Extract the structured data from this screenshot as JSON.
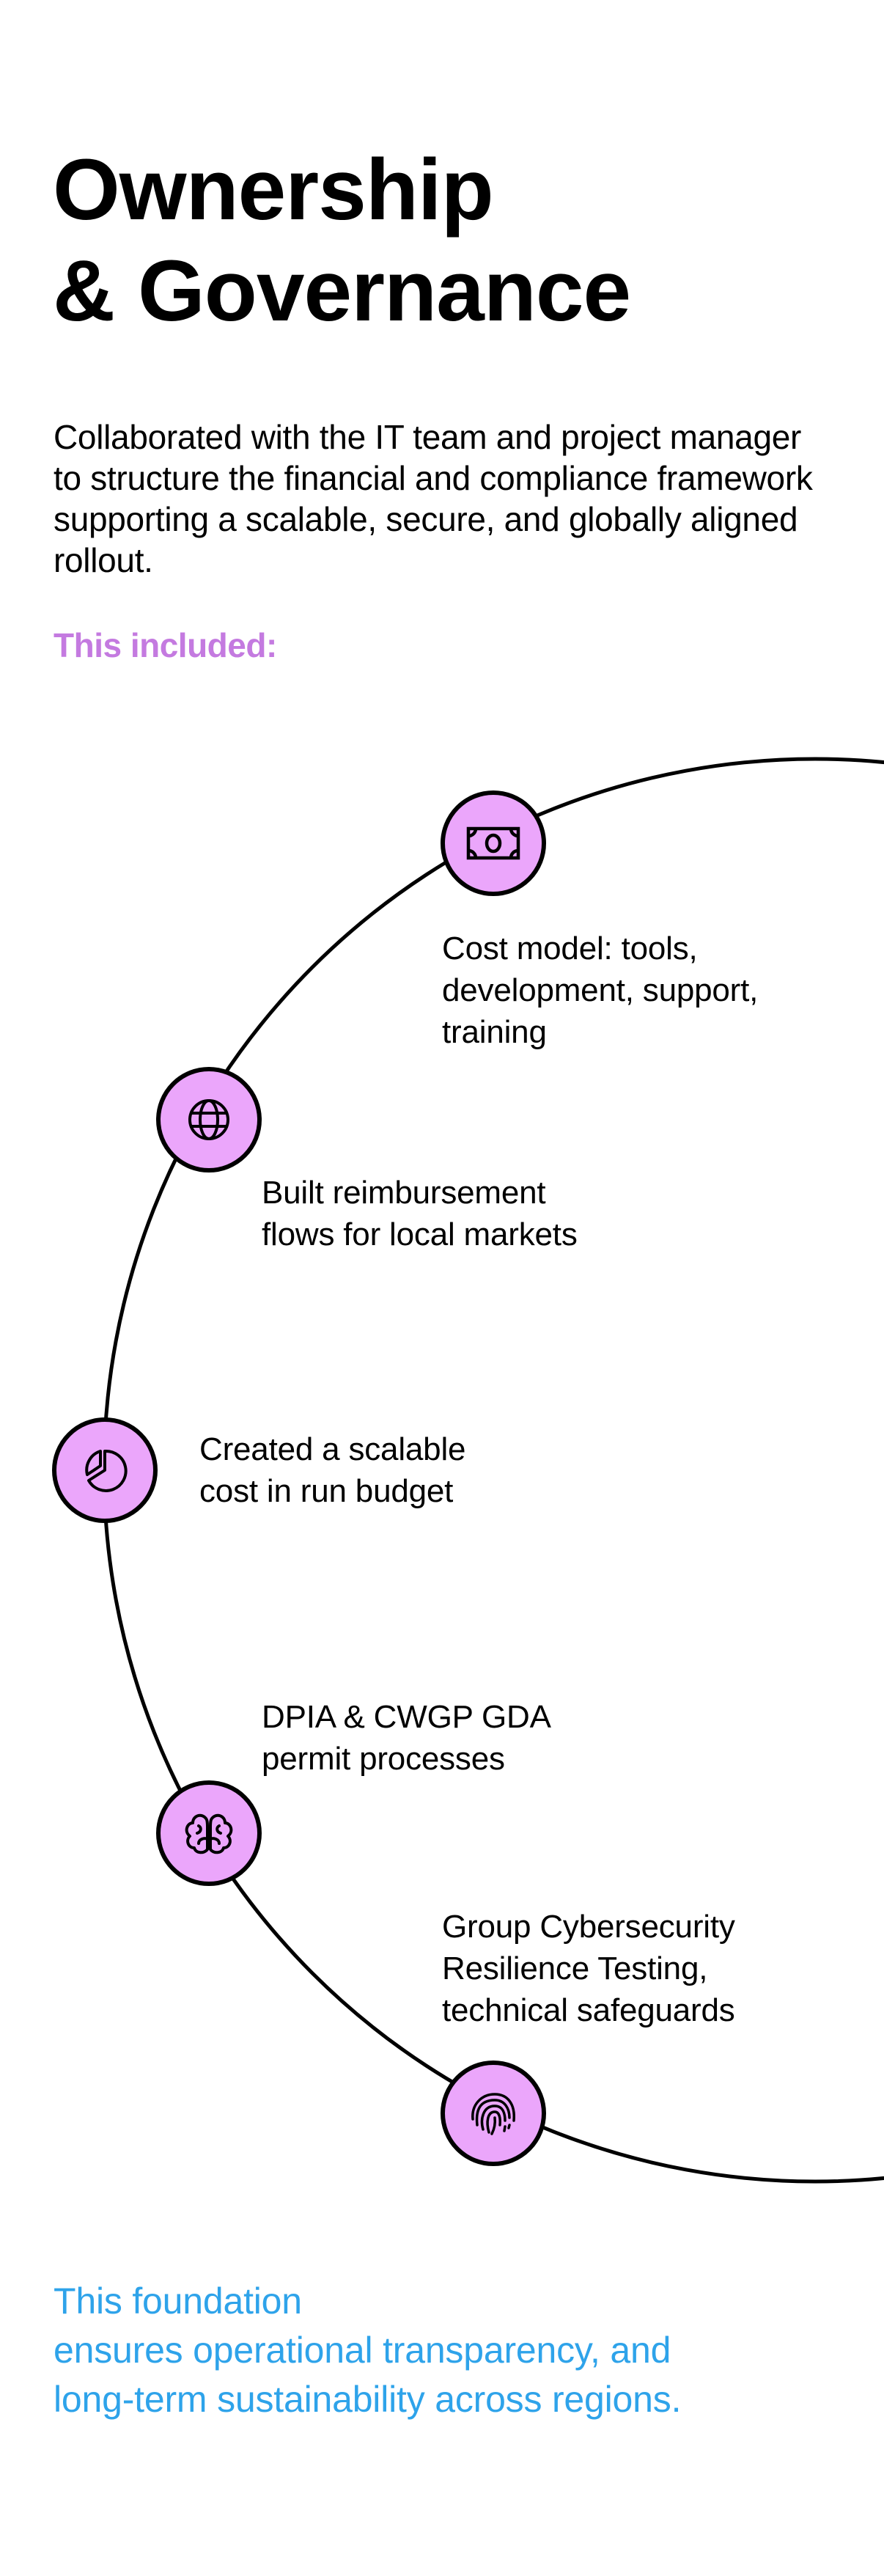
{
  "header": {
    "title_lines": [
      "Ownership",
      "& Governance"
    ],
    "intro": "Collaborated with the IT team and project manager to structure the financial and compliance framework supporting a scalable, secure, and globally aligned rollout.",
    "included_label": "This included:"
  },
  "colors": {
    "accent_purple": "#c47ae0",
    "node_fill": "#eba6fb",
    "footer_blue": "#2ea3ea",
    "line": "#000000"
  },
  "items": [
    {
      "icon": "money-bill-icon",
      "lines": [
        "Cost model: tools,",
        "development, support,",
        "training"
      ]
    },
    {
      "icon": "globe-icon",
      "lines": [
        "Built reimbursement",
        "flows for local markets"
      ]
    },
    {
      "icon": "pie-chart-icon",
      "lines": [
        "Created a scalable",
        "cost in run budget"
      ]
    },
    {
      "icon": "brain-icon",
      "lines": [
        "DPIA & CWGP GDA",
        "permit processes"
      ]
    },
    {
      "icon": "fingerprint-icon",
      "lines": [
        "Group Cybersecurity",
        "Resilience Testing,",
        "technical safeguards"
      ]
    }
  ],
  "footer": {
    "lines": [
      "This foundation",
      "ensures operational transparency, and",
      "long-term sustainability across regions."
    ]
  }
}
